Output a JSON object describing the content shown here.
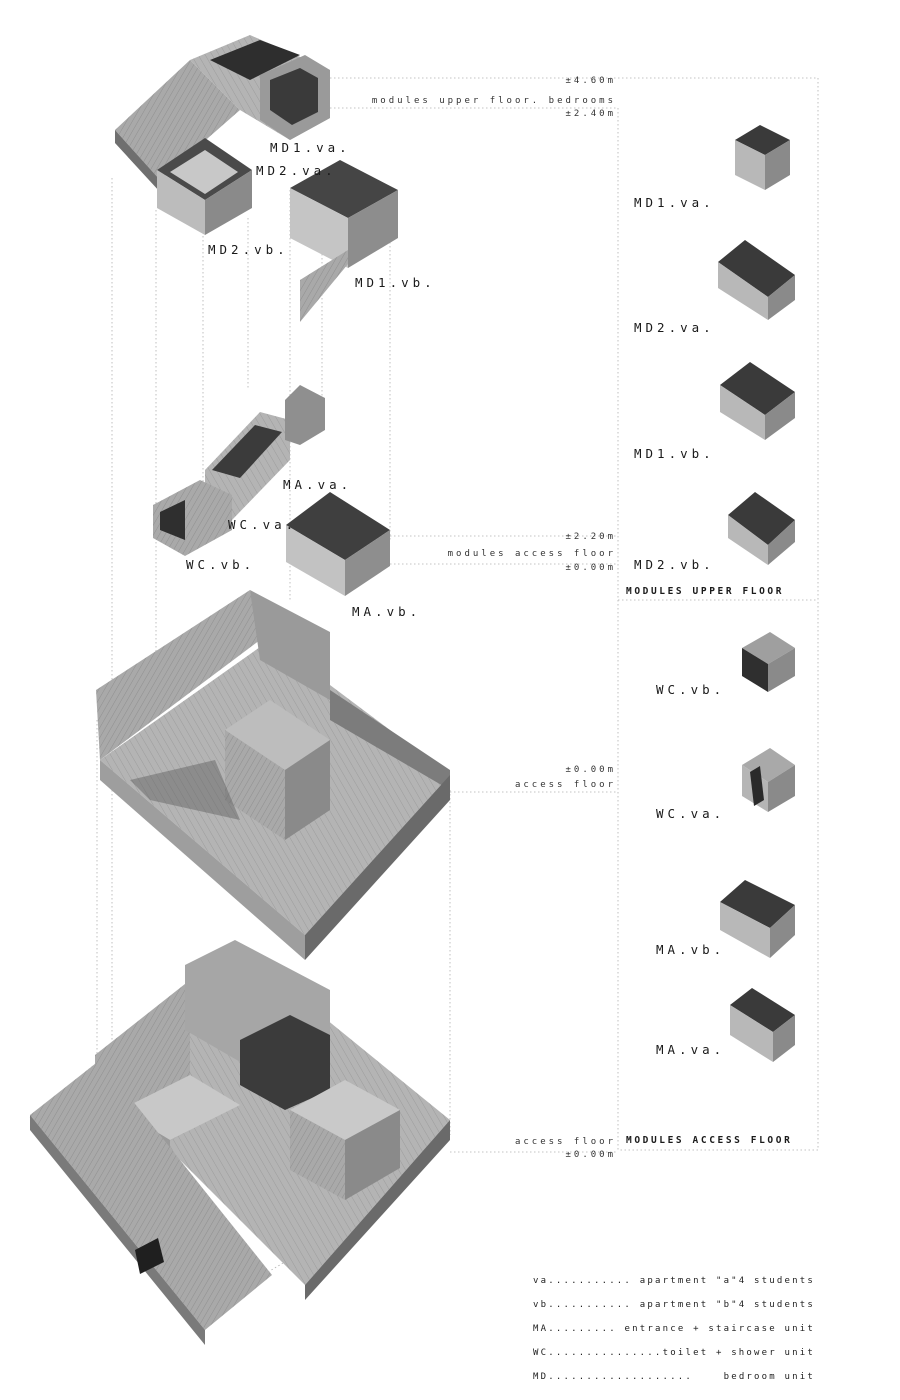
{
  "levels": {
    "upper_top": "±4.60m",
    "upper_name": "modules upper floor. bedrooms",
    "upper_base": "±2.40m",
    "access_mod_top": "±2.20m",
    "access_mod_name": "modules access floor",
    "access_mod_base": "±0.00m",
    "access_floor_level": "±0.00m",
    "access_floor_name": "access floor",
    "bottom_floor_name": "access floor",
    "bottom_floor_level": "±0.00m"
  },
  "exploded_labels": {
    "md1_va": "MD1.va.",
    "md2_va": "MD2.va.",
    "md2_vb": "MD2.vb.",
    "md1_vb": "MD1.vb.",
    "ma_va": "MA.va.",
    "wc_va": "WC.va.",
    "wc_vb": "WC.vb.",
    "ma_vb": "MA.vb."
  },
  "upper_panel": {
    "title": "MODULES UPPER FLOOR",
    "items": [
      "MD1.va.",
      "MD2.va.",
      "MD1.vb.",
      "MD2.vb."
    ]
  },
  "access_panel": {
    "title": "MODULES ACCESS FLOOR",
    "items": [
      "WC.vb.",
      "WC.va.",
      "MA.vb.",
      "MA.va."
    ]
  },
  "legend": [
    {
      "code": "va.",
      "dots": "..........",
      "text": "apartment \"a\"4 students"
    },
    {
      "code": "vb.",
      "dots": "..........",
      "text": "apartment \"b\"4 students"
    },
    {
      "code": "MA.",
      "dots": "........",
      "text": "entrance + staircase unit"
    },
    {
      "code": "WC.",
      "dots": "..............",
      "text": "toilet + shower unit"
    },
    {
      "code": "MD.",
      "dots": "..................",
      "text": "bedroom unit"
    }
  ],
  "colors": {
    "concrete_light": "#bdbdbd",
    "concrete_mid": "#8a8a8a",
    "concrete_dark": "#3a3a3a",
    "line": "#a8a8a8"
  }
}
